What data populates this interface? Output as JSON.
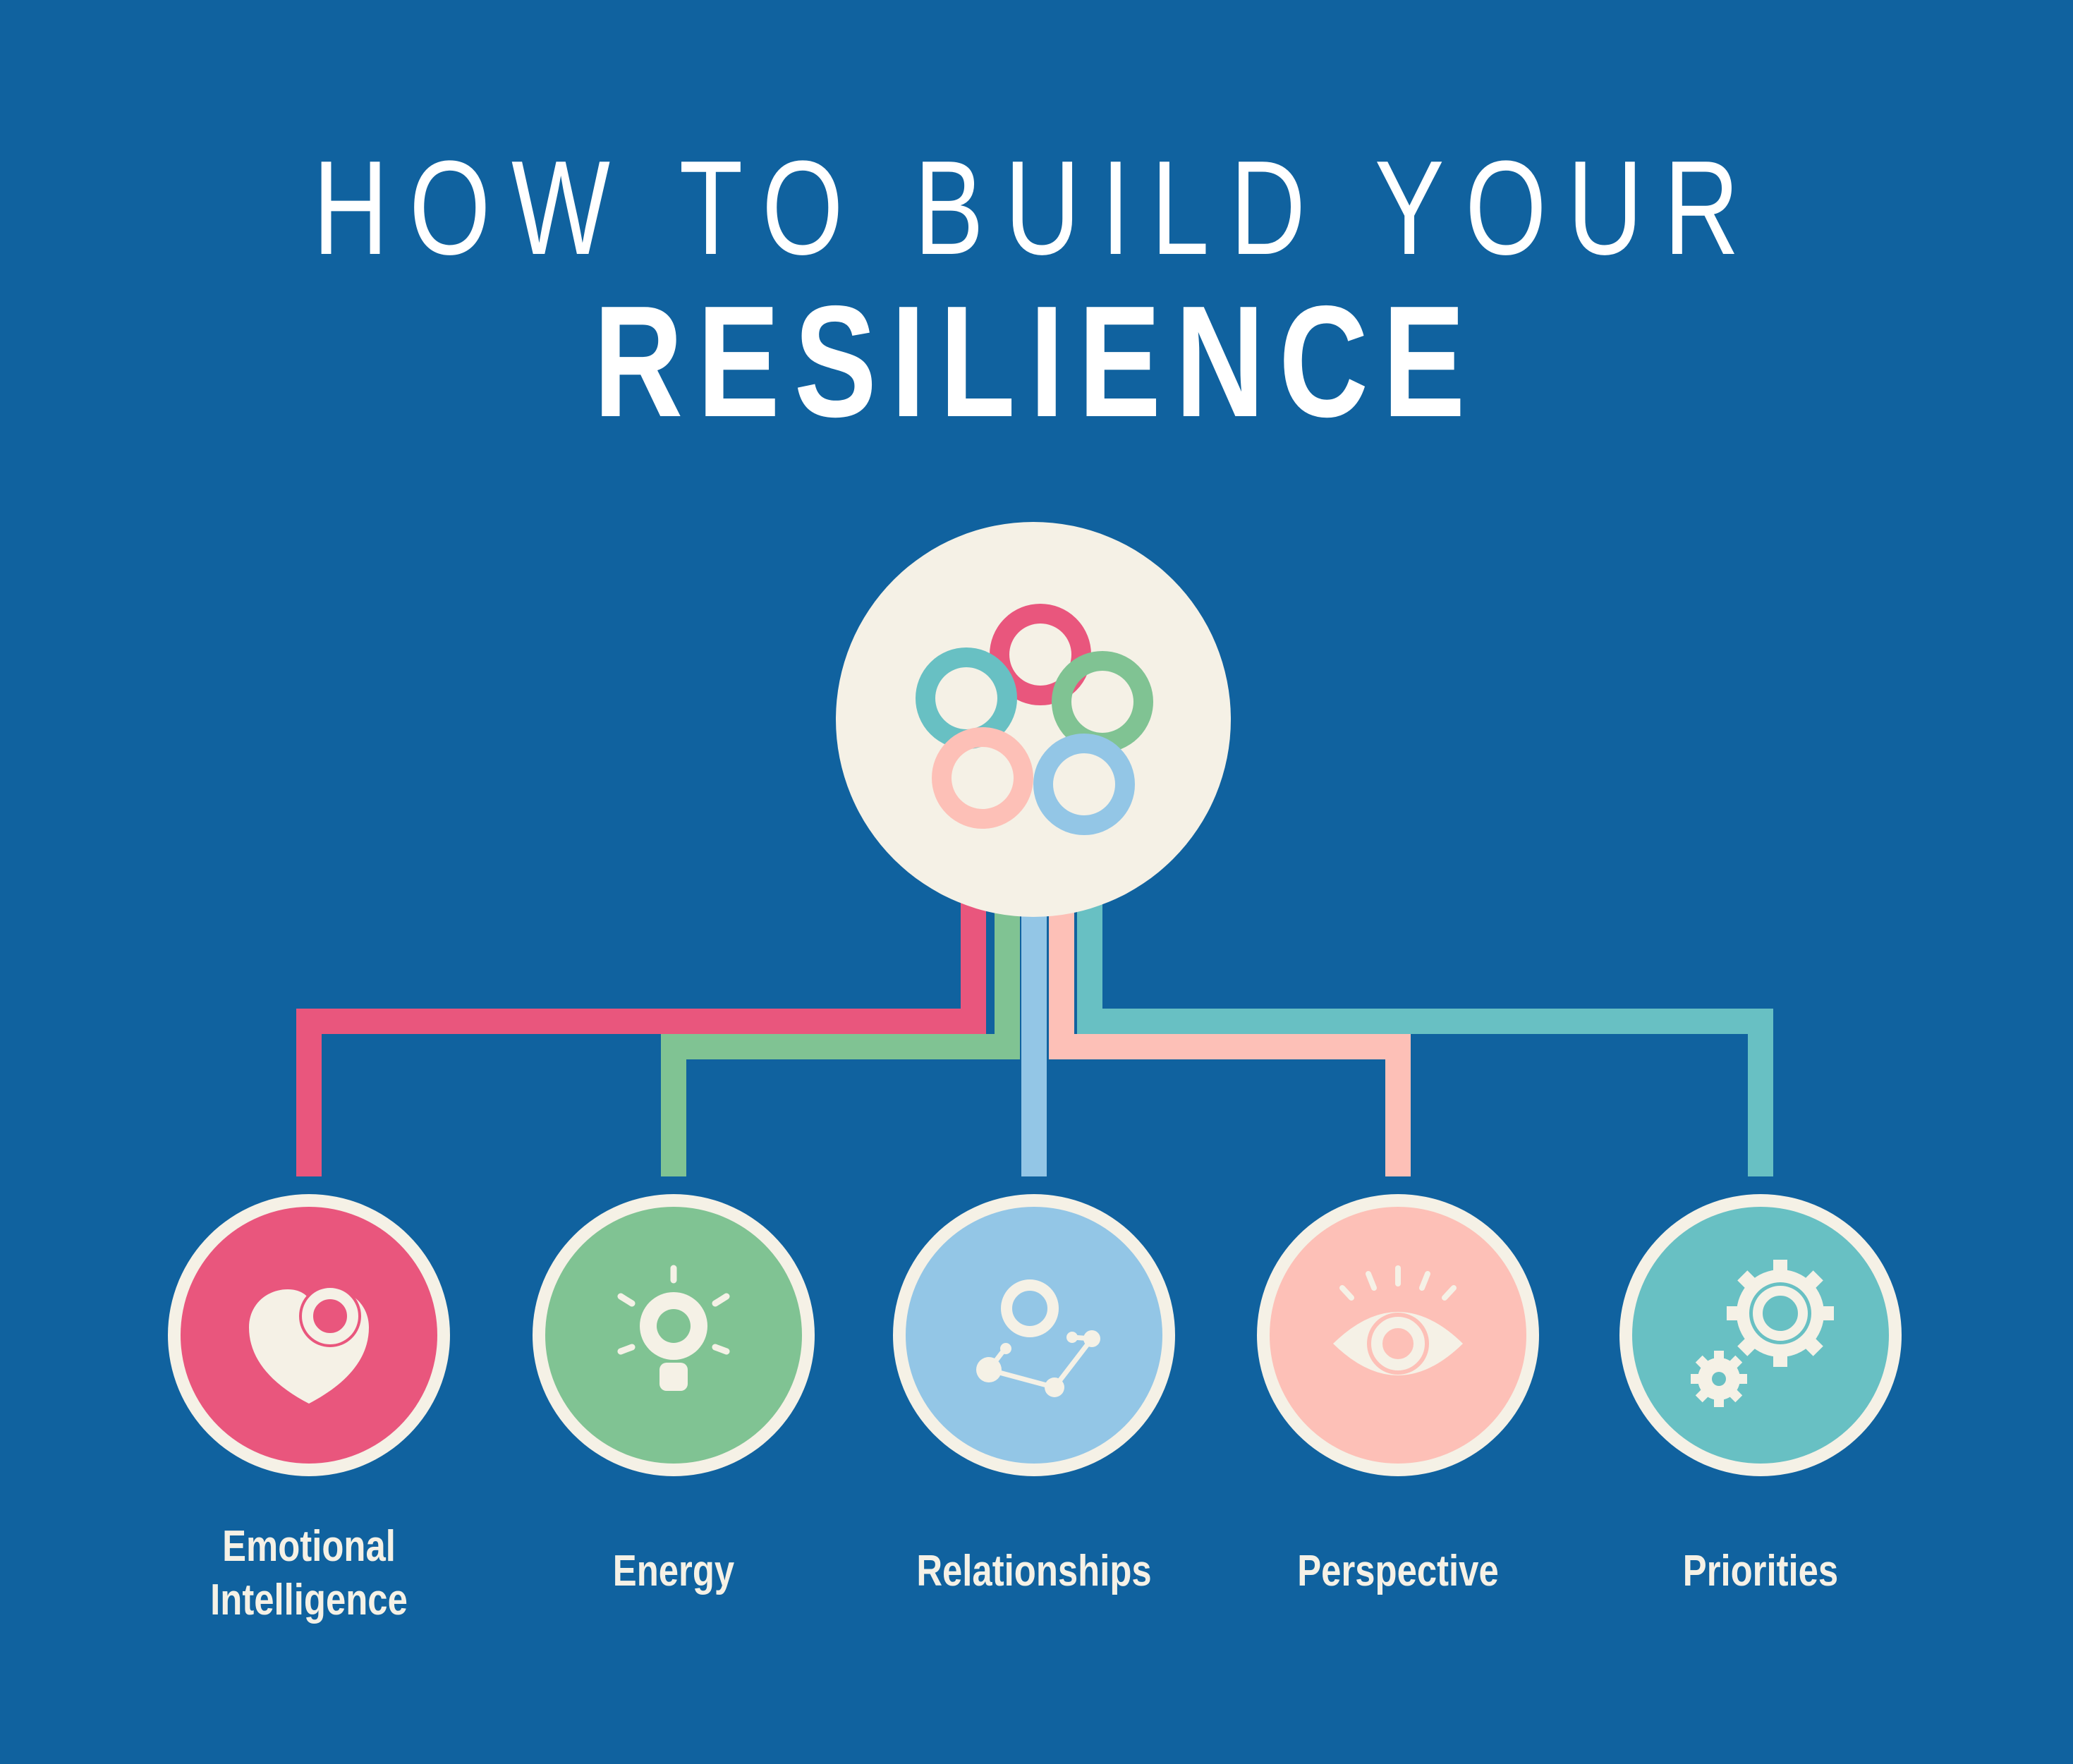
{
  "title": {
    "line1": "HOW TO BUILD YOUR",
    "line2": "RESILIENCE"
  },
  "colors": {
    "background": "#10629f",
    "cream": "#f5f1e6",
    "pink": "#e9567d",
    "green": "#80c393",
    "light_blue": "#93c6e6",
    "peach": "#fdc0b7",
    "teal": "#68c0c3"
  },
  "center_node": {
    "icon": "interlocking-rings-icon"
  },
  "pillars": [
    {
      "label_line1": "Emotional",
      "label_line2": "Intelligence",
      "color": "#e9567d",
      "icon": "heart-icon"
    },
    {
      "label_line1": "Energy",
      "label_line2": "",
      "color": "#80c393",
      "icon": "lightbulb-icon"
    },
    {
      "label_line1": "Relationships",
      "label_line2": "",
      "color": "#93c6e6",
      "icon": "network-people-icon"
    },
    {
      "label_line1": "Perspective",
      "label_line2": "",
      "color": "#fdc0b7",
      "icon": "eye-icon"
    },
    {
      "label_line1": "Priorities",
      "label_line2": "",
      "color": "#68c0c3",
      "icon": "gears-icon"
    }
  ]
}
